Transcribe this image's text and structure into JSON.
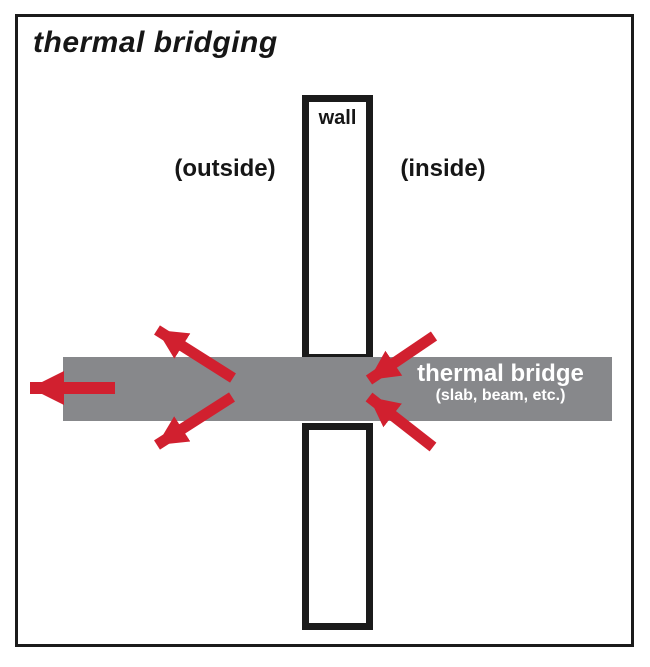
{
  "title": "thermal bridging",
  "diagram": {
    "wall_label": "wall",
    "outside_label": "(outside)",
    "inside_label": "(inside)",
    "bridge_label_line1": "thermal bridge",
    "bridge_label_line2": "(slab, beam, etc.)"
  },
  "colors": {
    "arrow_red": "#d1202f",
    "slab_gray": "#87888b",
    "line_black": "#1b1b1b",
    "bridge_text_white": "#ffffff"
  },
  "icons": {
    "arrows": [
      "heat-loss-arrow-out-left",
      "heat-loss-arrow-out-upper",
      "heat-loss-arrow-out-lower",
      "heat-flow-arrow-in-upper",
      "heat-flow-arrow-in-lower"
    ]
  }
}
